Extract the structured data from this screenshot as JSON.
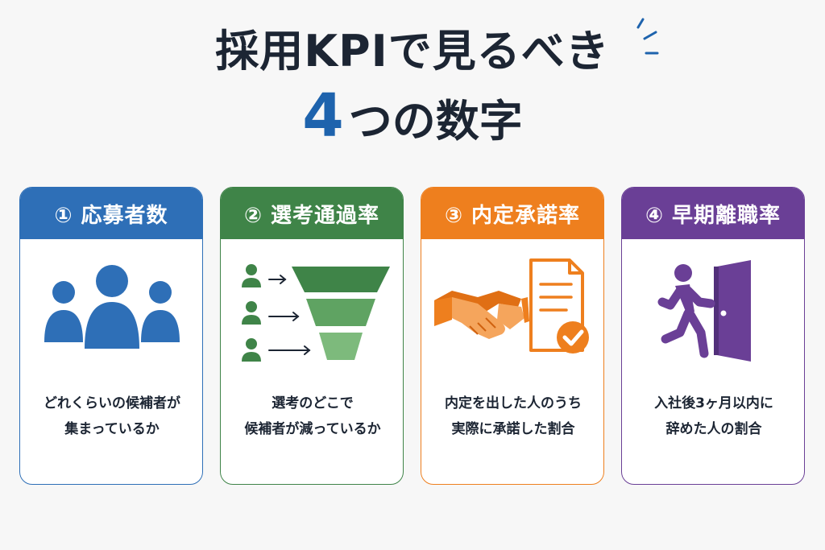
{
  "title": {
    "line1": "採用KPIで見るべき",
    "line2_number": "4",
    "line2_text": "つの数字"
  },
  "colors": {
    "accent": "#1e63ad",
    "card1": "#2e6fb7",
    "card2": "#3f8448",
    "card3": "#ee7f1e",
    "card4": "#6a3f96",
    "text": "#1c2533"
  },
  "cards": [
    {
      "header": "① 応募者数",
      "icon": "people-group-icon",
      "desc": [
        "どれくらいの候補者が",
        "集まっているか"
      ]
    },
    {
      "header": "② 選考通過率",
      "icon": "funnel-icon",
      "desc": [
        "選考のどこで",
        "候補者が減っているか"
      ]
    },
    {
      "header": "③ 内定承諾率",
      "icon": "handshake-document-icon",
      "desc": [
        "内定を出した人のうち",
        "実際に承諾した割合"
      ]
    },
    {
      "header": "④ 早期離職率",
      "icon": "person-exit-door-icon",
      "desc": [
        "入社後3ヶ月以内に",
        "辞めた人の割合"
      ]
    }
  ]
}
